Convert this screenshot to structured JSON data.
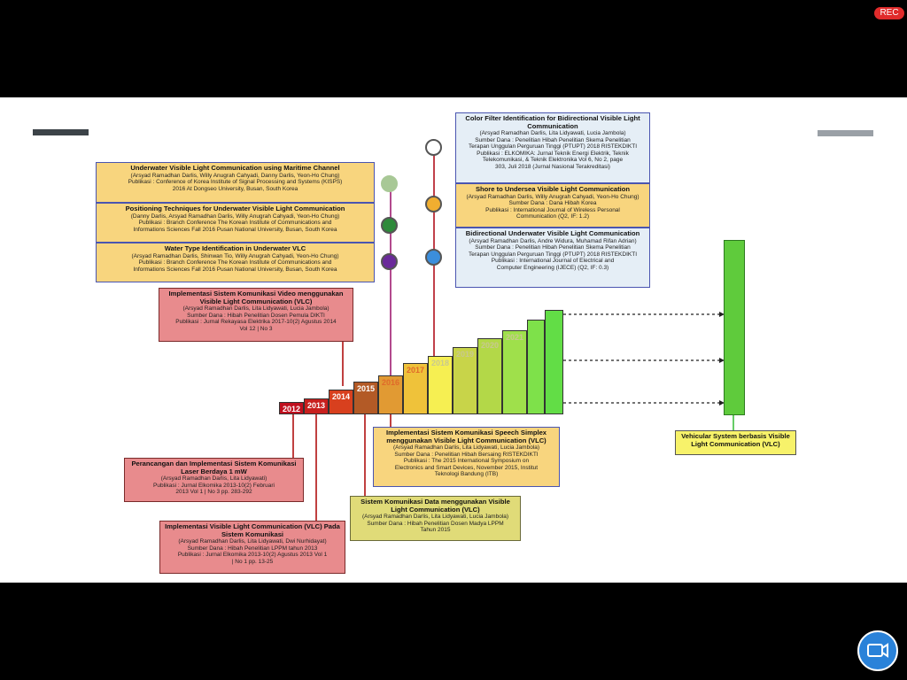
{
  "status": {
    "rec_label": "REC"
  },
  "timeline": {
    "years": [
      "2012",
      "2013",
      "2014",
      "2015",
      "2016",
      "2017",
      "2018",
      "2019",
      "2020",
      "2021",
      "",
      ""
    ],
    "colors": [
      "#c0101f",
      "#c8201e",
      "#d8401e",
      "#b35a26",
      "#e19a33",
      "#efc23a",
      "#f6ef52",
      "#c8d449",
      "#b3d848",
      "#9fe04b",
      "#7ee14a",
      "#62dd46"
    ]
  },
  "boxes": {
    "underwater_maritime": {
      "title": "Underwater Visible Light Communication using Maritime Channel",
      "lines": [
        "(Arsyad Ramadhan Darlis, Willy Anugrah Cahyadi, Danny Darlis, Yeon-Ho Chung)",
        "Publikasi : Conference of Korea Institute of Signal Processing and Systems (KISPS)",
        "2016 At Dongseo University, Busan, South Korea"
      ]
    },
    "positioning": {
      "title": "Positioning Techniques for Underwater Visible Light Communication",
      "lines": [
        "(Danny Darlis, Arsyad Ramadhan Darlis, Willy Anugrah Cahyadi, Yeon-Ho Chung)",
        "Publikasi : Branch Conference The Korean Institute of Communications and",
        "Informations Sciences Fall 2016 Pusan National University, Busan, South Korea"
      ]
    },
    "water_type": {
      "title": "Water Type Identification in Underwater VLC",
      "lines": [
        "(Arsyad Ramadhan Darlis, Shinwan Tio, Willy Anugrah Cahyadi, Yeon-Ho Chung)",
        "Publikasi : Branch Conference The Korean Institute of Communications and",
        "Informations Sciences Fall 2016 Pusan National University, Busan, South Korea"
      ]
    },
    "color_filter": {
      "title": "Color Filter Identification for Bidirectional Visible Light Communication",
      "lines": [
        "(Arsyad Ramadhan Darlis, Lita Lidyawati, Lucia Jambola)",
        "Sumber Dana : Penelitian Hibah Penelitian Skema Penelitian",
        "Terapan Unggulan Perguruan Tinggi (PTUPT) 2018 RISTEKDIKTI",
        "Publikasi : ELKOMIKA: Jurnal Teknik Energi Elektrik, Teknik",
        "Telekomunikasi, & Teknik Elektronika Vol 6, No 2, page",
        "303, Juli 2018 (Jurnal Nasional Terakreditasi)"
      ]
    },
    "shore": {
      "title": "Shore to Undersea Visible Light Communication",
      "lines": [
        "(Arsyad Ramadhan Darlis, Willy Anugrah Cahyadi, Yeon-Ho Chung)",
        "Sumber Dana : Dana Hibah Korea",
        "Publikasi : International Journal of Wireless Personal",
        "Communication (Q2, IF: 1.2)"
      ]
    },
    "bidirectional": {
      "title": "Bidirectional Underwater Visible Light Communication",
      "lines": [
        "(Arsyad Ramadhan Darlis, Andre Widura, Muhamad Rifan Adrian)",
        "Sumber Dana : Penelitian Hibah Penelitian Skema Penelitian",
        "Terapan Unggulan Perguruan Tinggi (PTUPT) 2018 RISTEKDIKTI",
        "Publikasi : International Journal of Electrical and",
        "Computer Engineering (IJECE) (Q2, IF: 0.3)"
      ]
    },
    "video_vlc": {
      "title": "Implementasi Sistem Komunikasi Video menggunakan Visible Light Communication (VLC)",
      "lines": [
        "(Arsyad Ramadhan Darlis, Lita Lidyawati, Lucia Jambola)",
        "Sumber Dana : Hibah Penelitian Dosen Pemula DIKTI",
        "Publikasi : Jurnal Rekayasa Elektrika 2017-10(2) Agustus 2014",
        "Vol 12 | No 3"
      ]
    },
    "laser": {
      "title": "Perancangan dan Implementasi Sistem Komunikasi Laser Berdaya 1 mW",
      "lines": [
        "(Arsyad Ramadhan Darlis, Lita Lidyawati)",
        "Publikasi : Jurnal Elkomika 2013-10(2) Februari",
        "2013 Vol 1 | No 3 pp. 283-292"
      ]
    },
    "vlc_sistem": {
      "title": "Implementasi Visible Light Communication (VLC) Pada Sistem Komunikasi",
      "lines": [
        "(Arsyad Ramadhan Darlis, Lita Lidyawati, Dwi Nurhidayat)",
        "Sumber Dana : Hibah Penelitian LPPM tahun 2013",
        "Publikasi : Jurnal Elkomika 2013-10(2) Agustus 2013 Vol 1",
        "| No 1 pp. 13-25"
      ]
    },
    "speech": {
      "title": "Implementasi Sistem Komunikasi Speech Simplex menggunakan Visible Light Communication (VLC)",
      "lines": [
        "(Arsyad Ramadhan Darlis, Lita Lidyawati, Lucia Jambola)",
        "Sumber Dana : Penelitian Hibah Bersaing RISTEKDIKTI",
        "Publikasi : The 2015 International Symposium on",
        "Electronics and Smart Devices, November 2015, Institut",
        "Teknologi Bandung (ITB)"
      ]
    },
    "data_vlc": {
      "title": "Sistem Komunikasi Data menggunakan Visible Light Communication (VLC)",
      "lines": [
        "(Arsyad Ramadhan Darlis, Lita Lidyawati, Lucia Jambola)",
        "Sumber Dana : Hibah Penelitian Dosen Madya LPPM",
        "Tahun 2015"
      ]
    },
    "vehicular": {
      "title": "Vehicular System berbasis Visible Light Communication (VLC)",
      "lines": []
    }
  }
}
